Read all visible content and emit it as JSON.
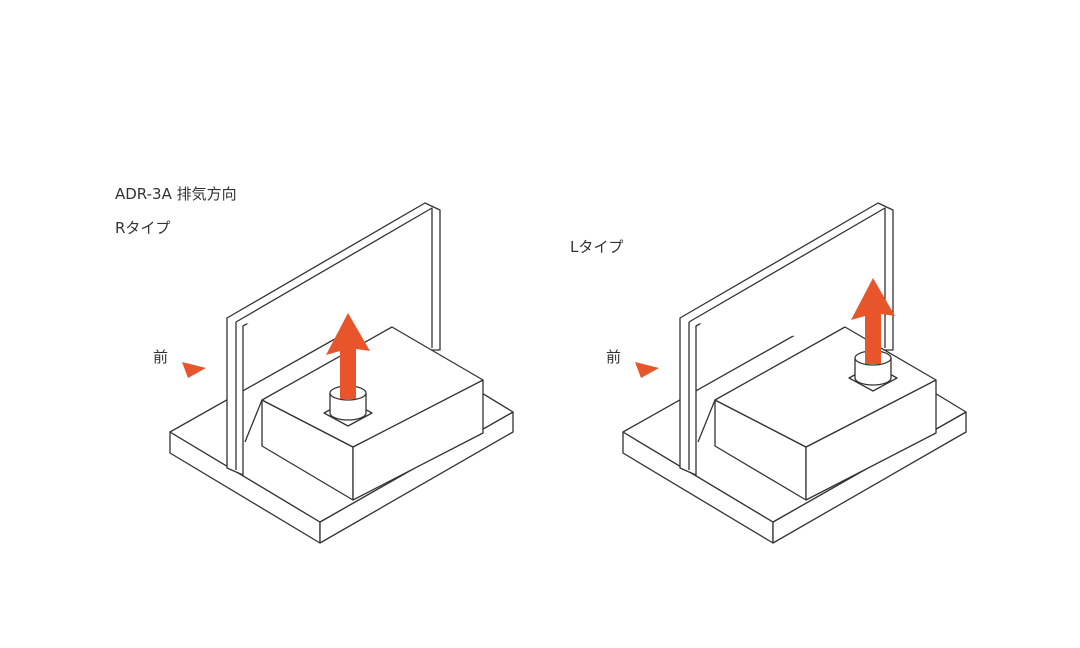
{
  "title": "ADR-3A 排気方向",
  "diagrams": [
    {
      "type_label": "Rタイプ",
      "front_label": "前"
    },
    {
      "type_label": "Lタイプ",
      "front_label": "前"
    }
  ],
  "colors": {
    "arrow": "#e8552a",
    "line": "#333333",
    "background": "#ffffff"
  }
}
